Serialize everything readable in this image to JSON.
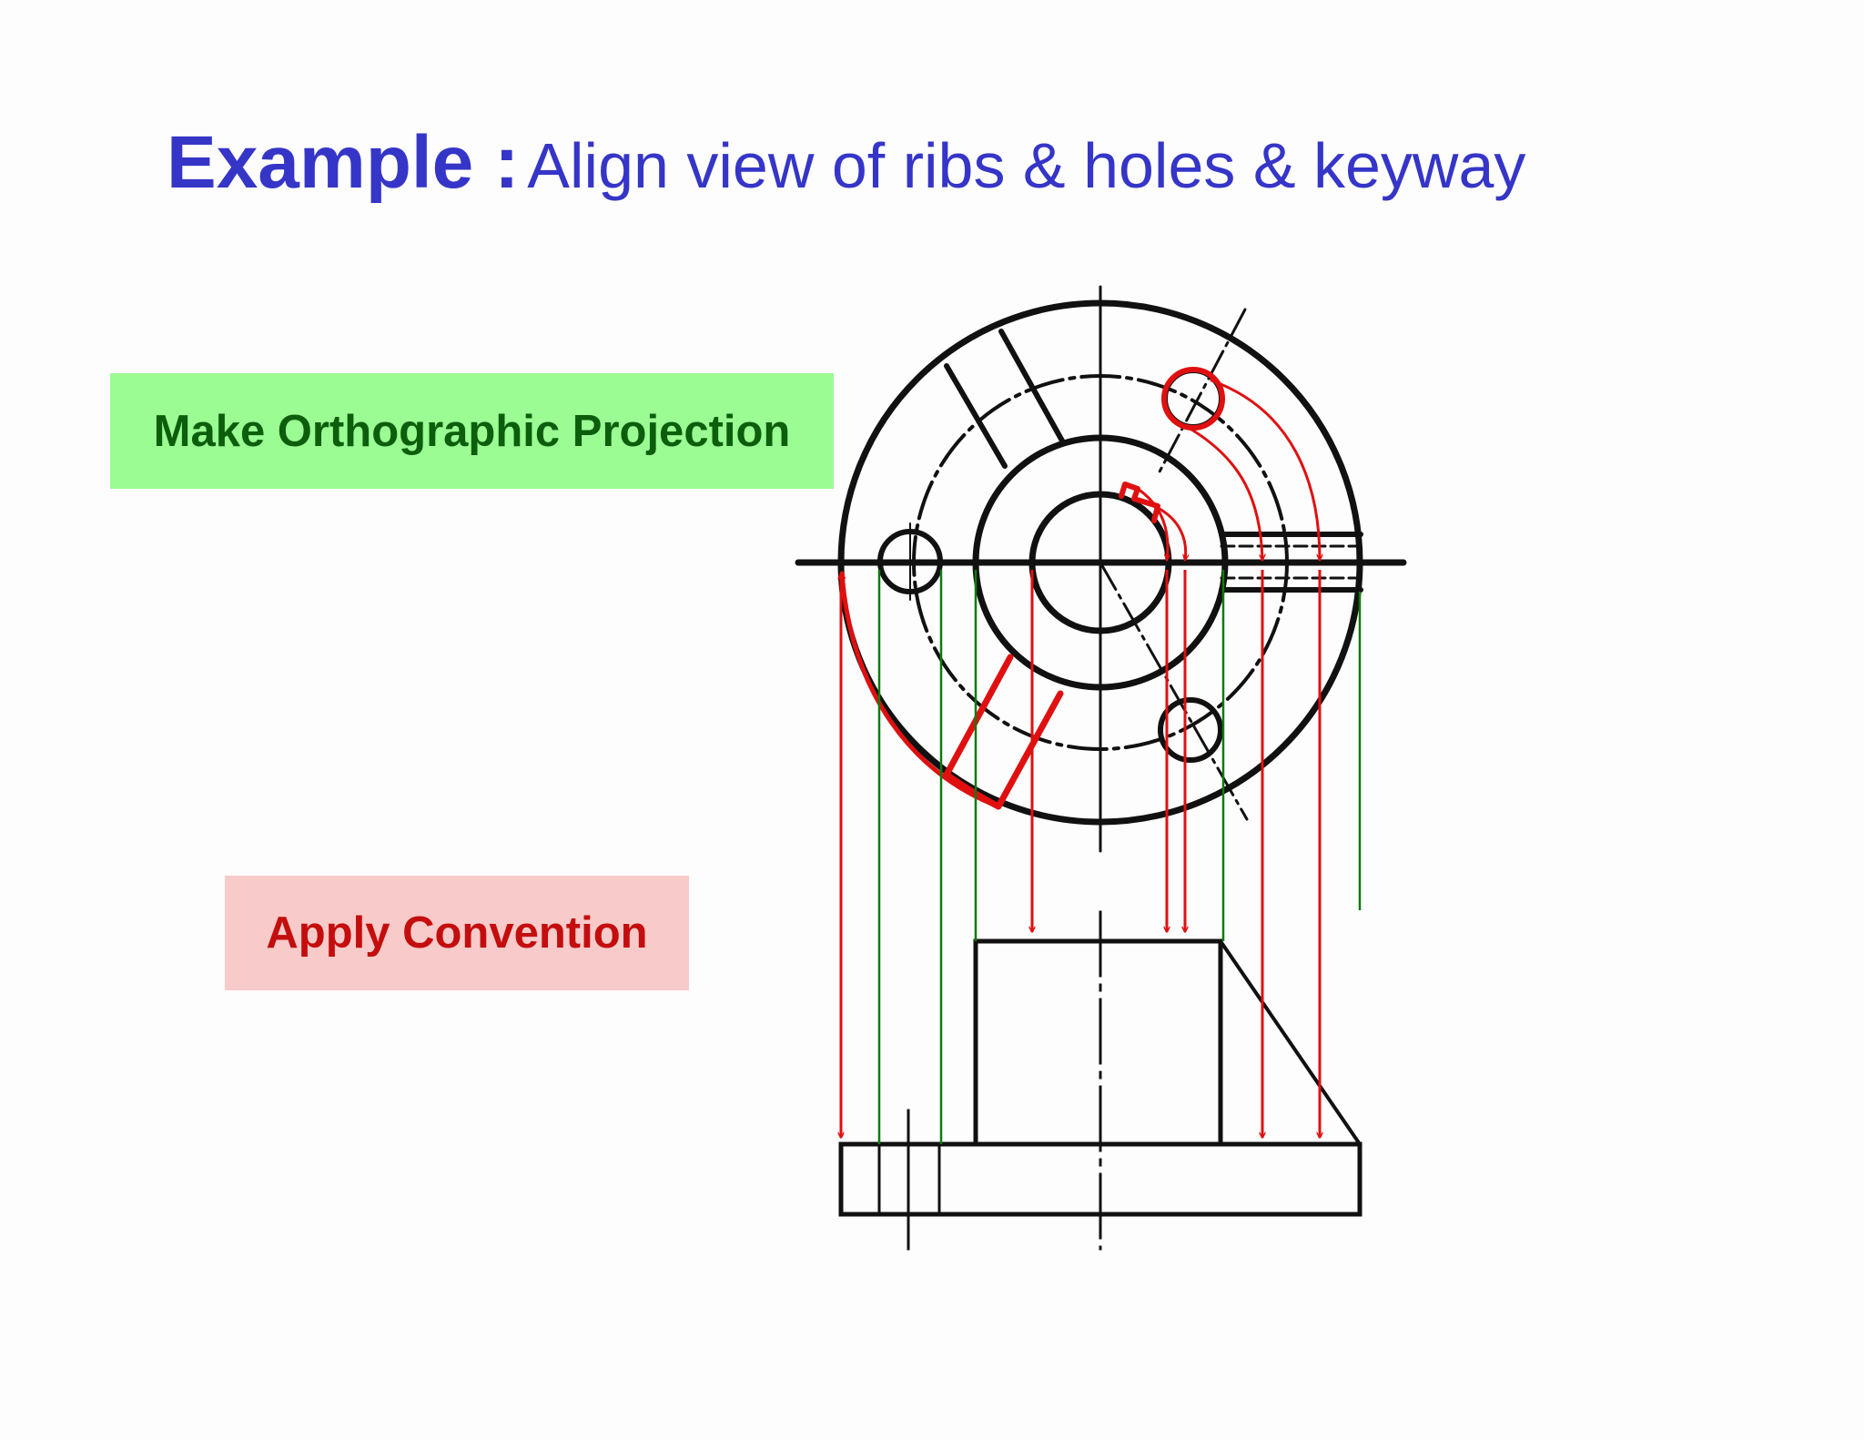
{
  "slide": {
    "title_bold": "Example :",
    "title_rest": "Align view of ribs & holes & keyway"
  },
  "callouts": {
    "projection_label": "Make Orthographic Projection",
    "convention_label": "Apply Convention"
  },
  "colors": {
    "title": "#3535c8",
    "drawing_line": "#111111",
    "projector_green": "#0f7a0f",
    "highlight_red": "#e01010",
    "green_box_bg": "#9afc93",
    "green_box_text": "#0c5e0c",
    "red_box_bg": "#f9caca",
    "red_box_text": "#c40d0d"
  }
}
